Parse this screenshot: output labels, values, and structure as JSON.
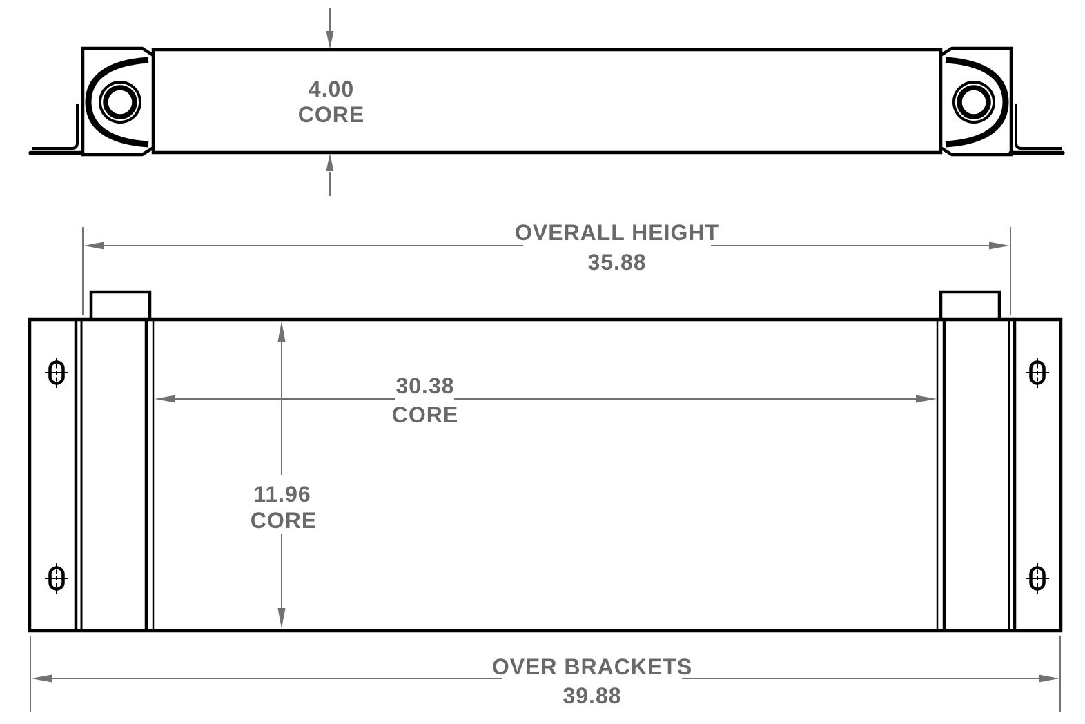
{
  "colors": {
    "background": "#ffffff",
    "object_line": "#000000",
    "dimension_line": "#717171",
    "dimension_text": "#696969"
  },
  "dimensions": {
    "core_depth": {
      "value": "4.00",
      "label": "CORE"
    },
    "overall_height": {
      "label": "OVERALL HEIGHT",
      "value": "35.88"
    },
    "core_width": {
      "value": "30.38",
      "label": "CORE"
    },
    "core_height": {
      "value": "11.96",
      "label": "CORE"
    },
    "over_brackets": {
      "label": "OVER BRACKETS",
      "value": "39.88"
    }
  }
}
